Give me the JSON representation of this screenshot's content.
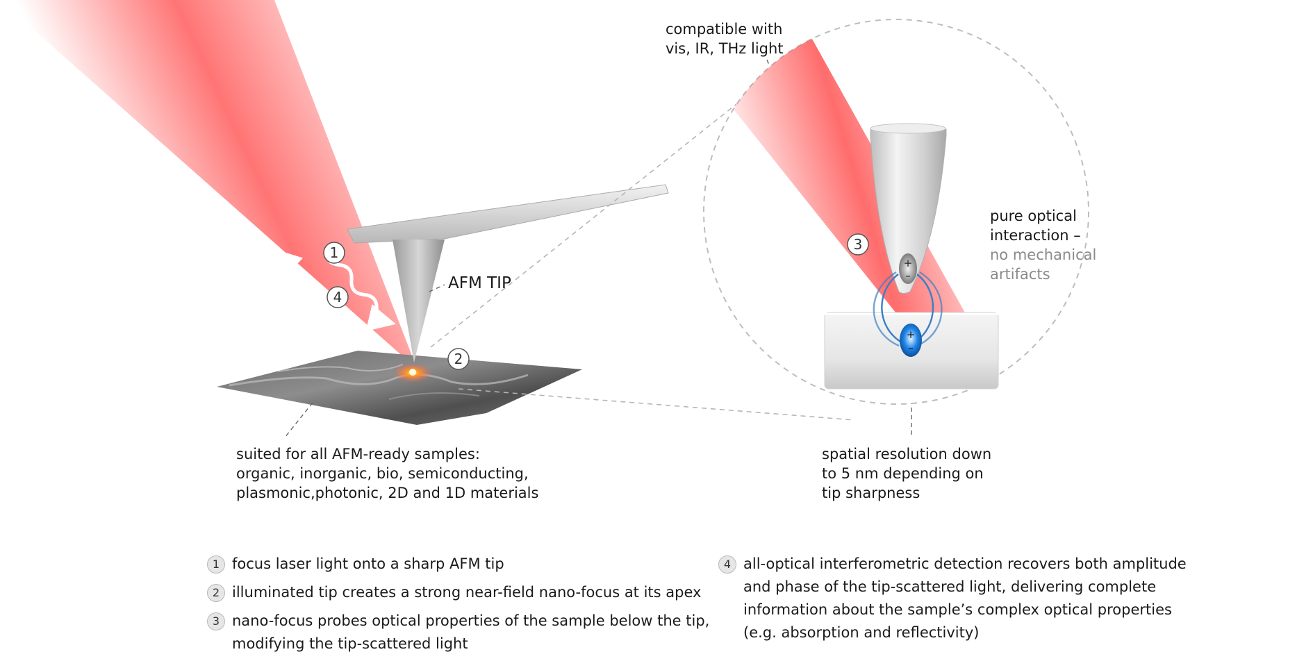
{
  "labels": {
    "compatible_line1": "compatible with",
    "compatible_line2": "vis, IR, THz light",
    "afm_tip": "AFM TIP",
    "pure_line1": "pure optical",
    "pure_line2": "interaction –",
    "pure_line3": "no mechanical",
    "pure_line4": "artifacts",
    "suited_line1": "suited for all AFM-ready samples:",
    "suited_line2": "organic, inorganic, bio, semiconducting,",
    "suited_line3": "plasmonic,photonic, 2D and 1D materials",
    "spatial_line1": "spatial resolution down",
    "spatial_line2": "to 5 nm depending on",
    "spatial_line3": "tip sharpness"
  },
  "markers": {
    "m1": "1",
    "m2": "2",
    "m3": "3",
    "m4": "4",
    "plus": "+",
    "minus": "–"
  },
  "legend": {
    "item1": {
      "num": "1",
      "text": "focus laser light onto a sharp AFM tip"
    },
    "item2": {
      "num": "2",
      "text": "illuminated tip creates a strong near-field nano-focus at its apex"
    },
    "item3": {
      "num": "3",
      "line1": "nano-focus probes optical properties of the sample below the tip,",
      "line2": "modifying the tip-scattered light"
    },
    "item4": {
      "num": "4",
      "line1": "all-optical interferometric detection recovers both amplitude",
      "line2": "and phase of the tip-scattered light, delivering complete",
      "line3": "information about the sample’s complex optical properties",
      "line4": "(e.g. absorption and reflectivity)"
    }
  },
  "colors": {
    "laser": "#ff5c5c",
    "field_lines": "#3a7fc6",
    "dipole_blue": "#1f86e8",
    "focus_glow": "#ff9a1f",
    "dashed": "#9a9a9a",
    "text": "#1a1a1a",
    "muted_text": "#8a8a8a"
  }
}
